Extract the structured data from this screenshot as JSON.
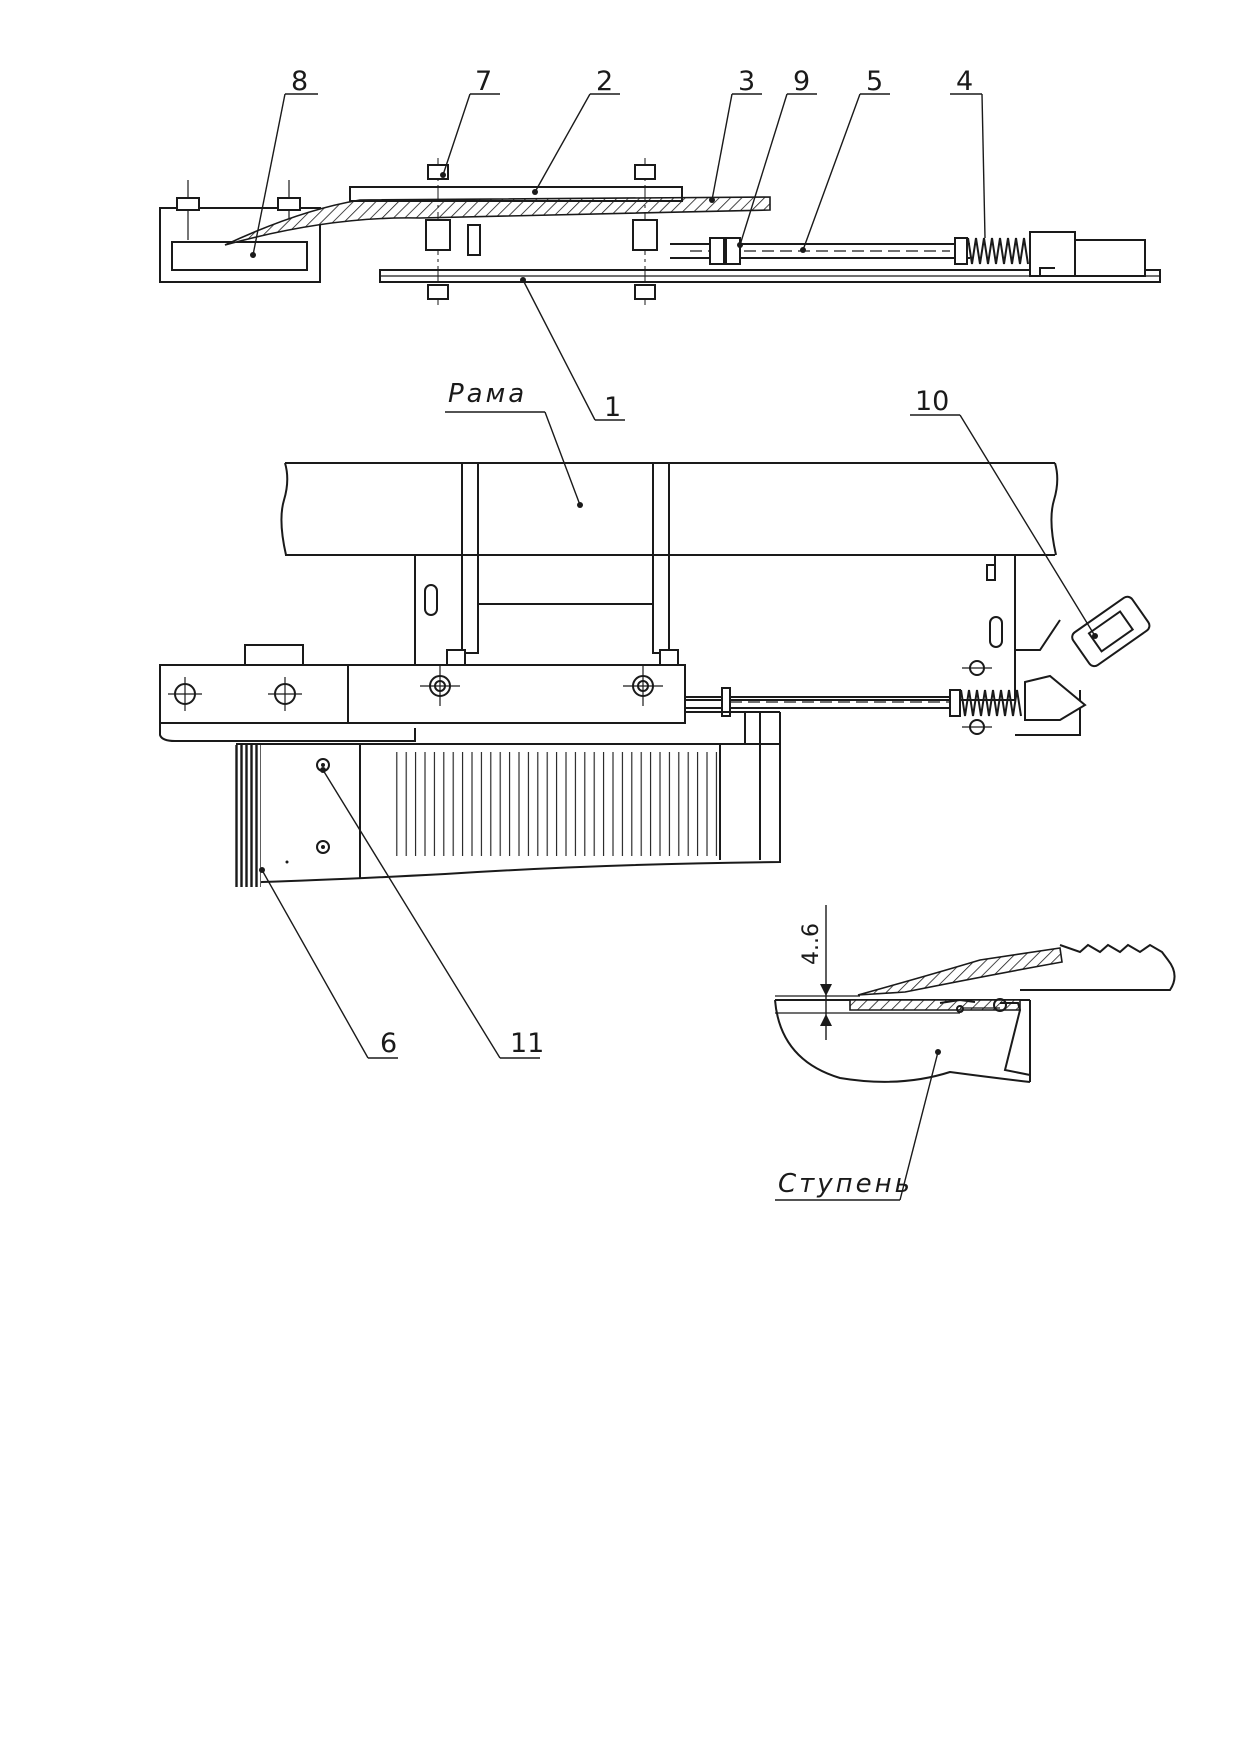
{
  "labels": {
    "l1": "1",
    "l2": "2",
    "l3": "3",
    "l4": "4",
    "l5": "5",
    "l6": "6",
    "l7": "7",
    "l8": "8",
    "l9": "9",
    "l10": "10",
    "l11": "11",
    "frame": "Рама",
    "step": "Ступень",
    "gap_dimension": "4..6"
  }
}
